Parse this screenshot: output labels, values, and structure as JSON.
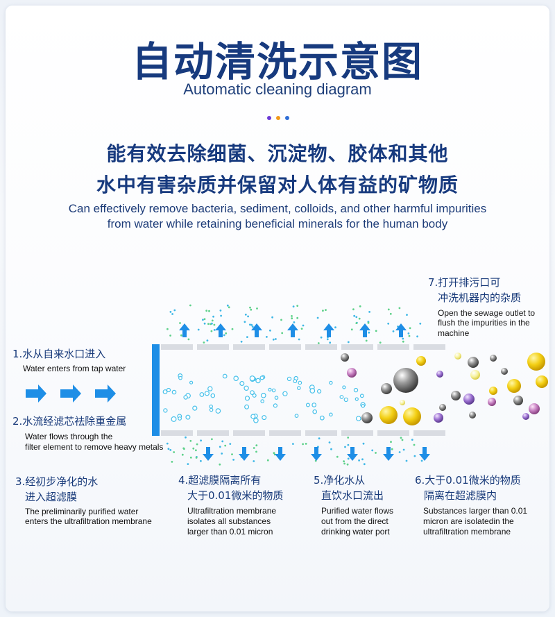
{
  "title": {
    "cn": "自动清洗示意图",
    "en": "Automatic cleaning diagram"
  },
  "accent_dots": [
    "#6c3ad6",
    "#f29a1a",
    "#2f6ed6"
  ],
  "subtitle": {
    "cn_line1": "能有效去除细菌、沉淀物、胶体和其他",
    "cn_line2": "水中有害杂质并保留对人体有益的矿物质",
    "en_line1": "Can effectively remove bacteria, sediment, colloids, and other harmful impurities",
    "en_line2": "from water while retaining beneficial minerals for the human body"
  },
  "colors": {
    "heading": "#173a7e",
    "arrow": "#1e8ee6",
    "membrane": "#d9dce2",
    "flow_dot": "#46c0ea"
  },
  "steps": {
    "s1": {
      "cn": "1.水从自来水口进入",
      "en": [
        "Water enters from tap water"
      ]
    },
    "s2": {
      "cn": "2.水流经滤芯祛除重金属",
      "en": [
        "Water flows through the",
        "filter element to remove heavy metals"
      ]
    },
    "s3": {
      "cn": [
        "3.经初步净化的水",
        "进入超滤膜"
      ],
      "en": [
        "The preliminarily purified water",
        "enters the ultrafiltration membrane"
      ]
    },
    "s4": {
      "cn": [
        "4.超滤膜隔离所有",
        "大于0.01微米的物质"
      ],
      "en": [
        "Ultrafiltration membrane",
        "isolates all substances",
        "larger than 0.01 micron"
      ]
    },
    "s5": {
      "cn": [
        "5.净化水从",
        "直饮水口流出"
      ],
      "en": [
        "Purified water flows",
        "out from the direct",
        "drinking water port"
      ]
    },
    "s6": {
      "cn": [
        "6.大于0.01微米的物质",
        "隔离在超滤膜内"
      ],
      "en": [
        "Substances larger than 0.01",
        "micron are isolatedin the",
        "ultrafiltration membrane"
      ]
    },
    "s7": {
      "cn": [
        "7.打开排污口可",
        "冲洗机器内的杂质"
      ],
      "en": [
        "Open the sewage outlet to",
        "flush the impurities in the",
        "machine"
      ]
    }
  },
  "icons": {
    "inlet_arrows": "right-arrow-icon",
    "outlet_arrows": "up-arrow-icon",
    "drain_arrows": "down-arrow-icon"
  }
}
